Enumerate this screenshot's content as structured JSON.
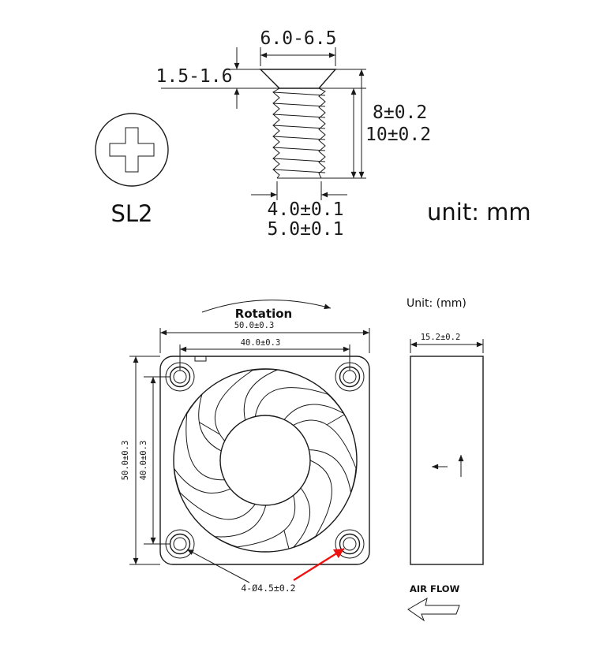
{
  "screw": {
    "drive_label": "SL2",
    "unit_label": "unit: mm",
    "head_width": "6.0-6.5",
    "head_height": "1.5-1.6",
    "thread_length": "8±0.2",
    "total_length": "10±0.2",
    "thread_diameter": "4.0±0.1",
    "outer_diameter": "5.0±0.1"
  },
  "fan": {
    "rotation_label": "Rotation",
    "unit_label": "Unit: (mm)",
    "front_view": {
      "width_outer": "50.0±0.3",
      "hole_pitch_h": "40.0±0.3",
      "height_outer": "50.0±0.3",
      "hole_pitch_v": "40.0±0.3",
      "mounting_holes": "4-Ø4.5±0.2"
    },
    "side_view": {
      "depth": "15.2±0.2"
    },
    "airflow_label": "AIR FLOW"
  },
  "colors": {
    "line": "#1a1a1a",
    "accent_red": "#ee1111",
    "background": "#ffffff"
  }
}
